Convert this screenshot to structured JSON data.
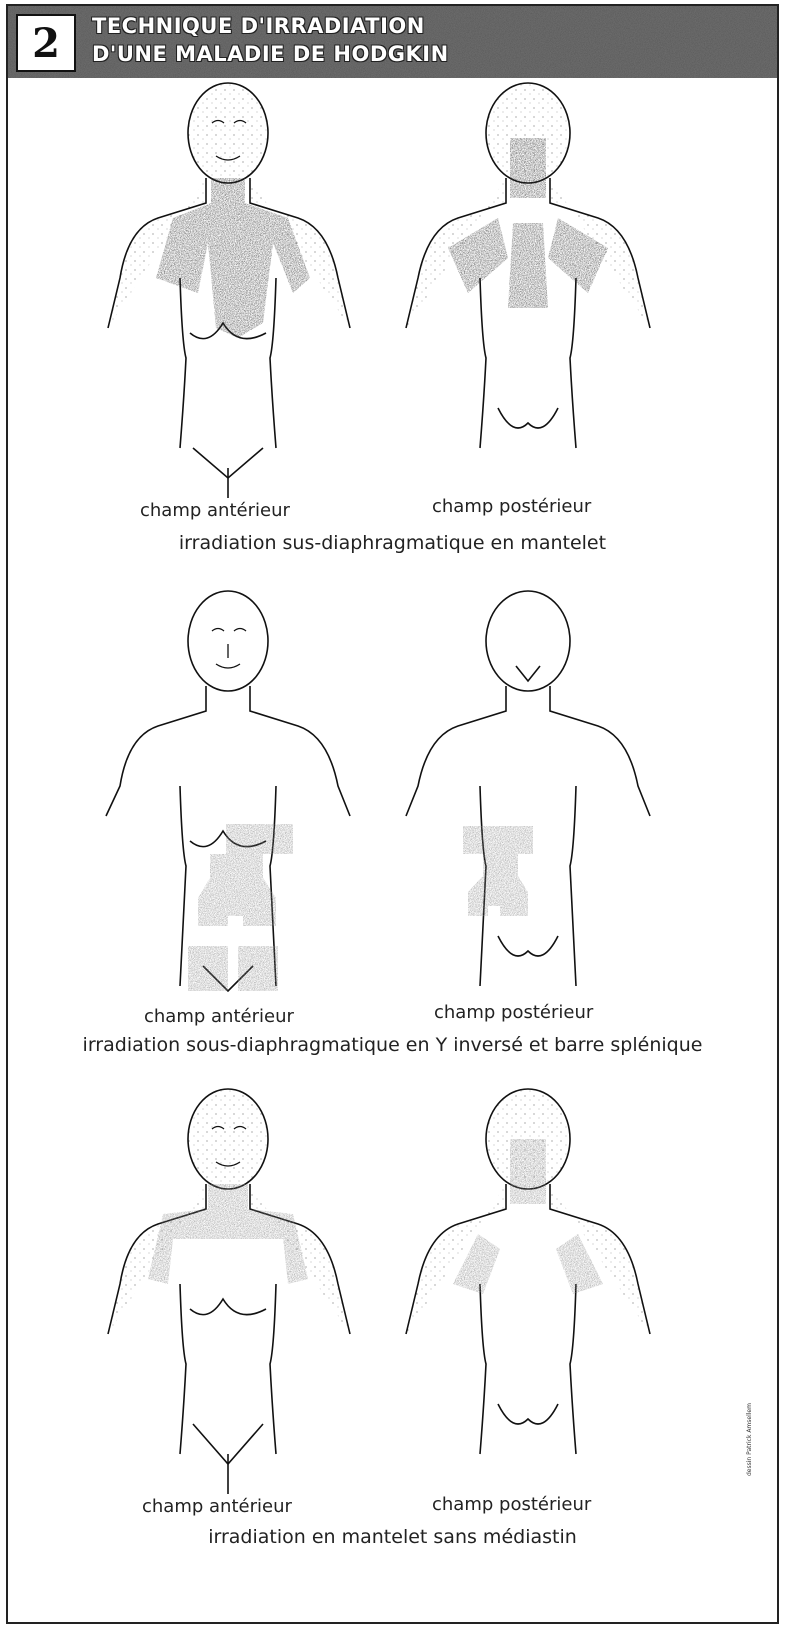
{
  "header": {
    "number": "2",
    "title_line1": "TECHNIQUE D'IRRADIATION",
    "title_line2": "D'UNE MALADIE DE HODGKIN"
  },
  "sections": [
    {
      "anterior_label": "champ antérieur",
      "posterior_label": "champ postérieur",
      "title": "irradiation sus-diaphragmatique en mantelet"
    },
    {
      "anterior_label": "champ antérieur",
      "posterior_label": "champ postérieur",
      "title": "irradiation sous-diaphragmatique en Y inversé  et barre splénique"
    },
    {
      "anterior_label": "champ antérieur",
      "posterior_label": "champ postérieur",
      "title": "irradiation en mantelet sans médiastin"
    }
  ],
  "credit": "dessin Patrick Amsellem",
  "colors": {
    "field_dark": "#3a3a3a",
    "field_medium": "#8a8a8a",
    "field_light": "#b8b8b8",
    "outline": "#111111"
  }
}
